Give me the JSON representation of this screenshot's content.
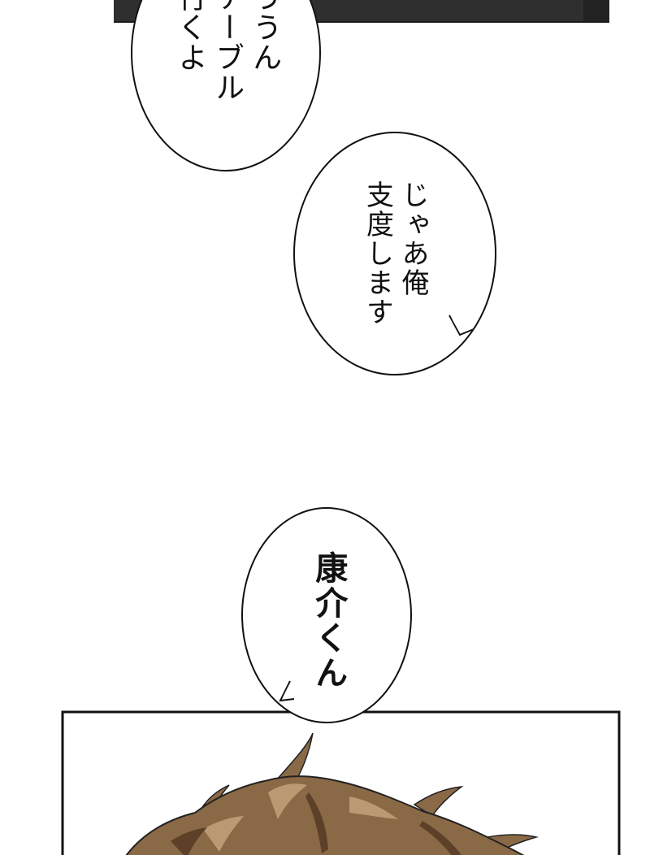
{
  "bubbles": [
    {
      "text": "ううん\nテーブル\n行くよ"
    },
    {
      "text": "じゃあ俺\n支度します"
    },
    {
      "text": "康介くん"
    }
  ],
  "colors": {
    "background": "#ffffff",
    "ink": "#111111",
    "top_panel": "#2f2f2f",
    "hair_base": "#8a6a46",
    "hair_light": "#b99a72",
    "hair_dark": "#5c4128"
  }
}
